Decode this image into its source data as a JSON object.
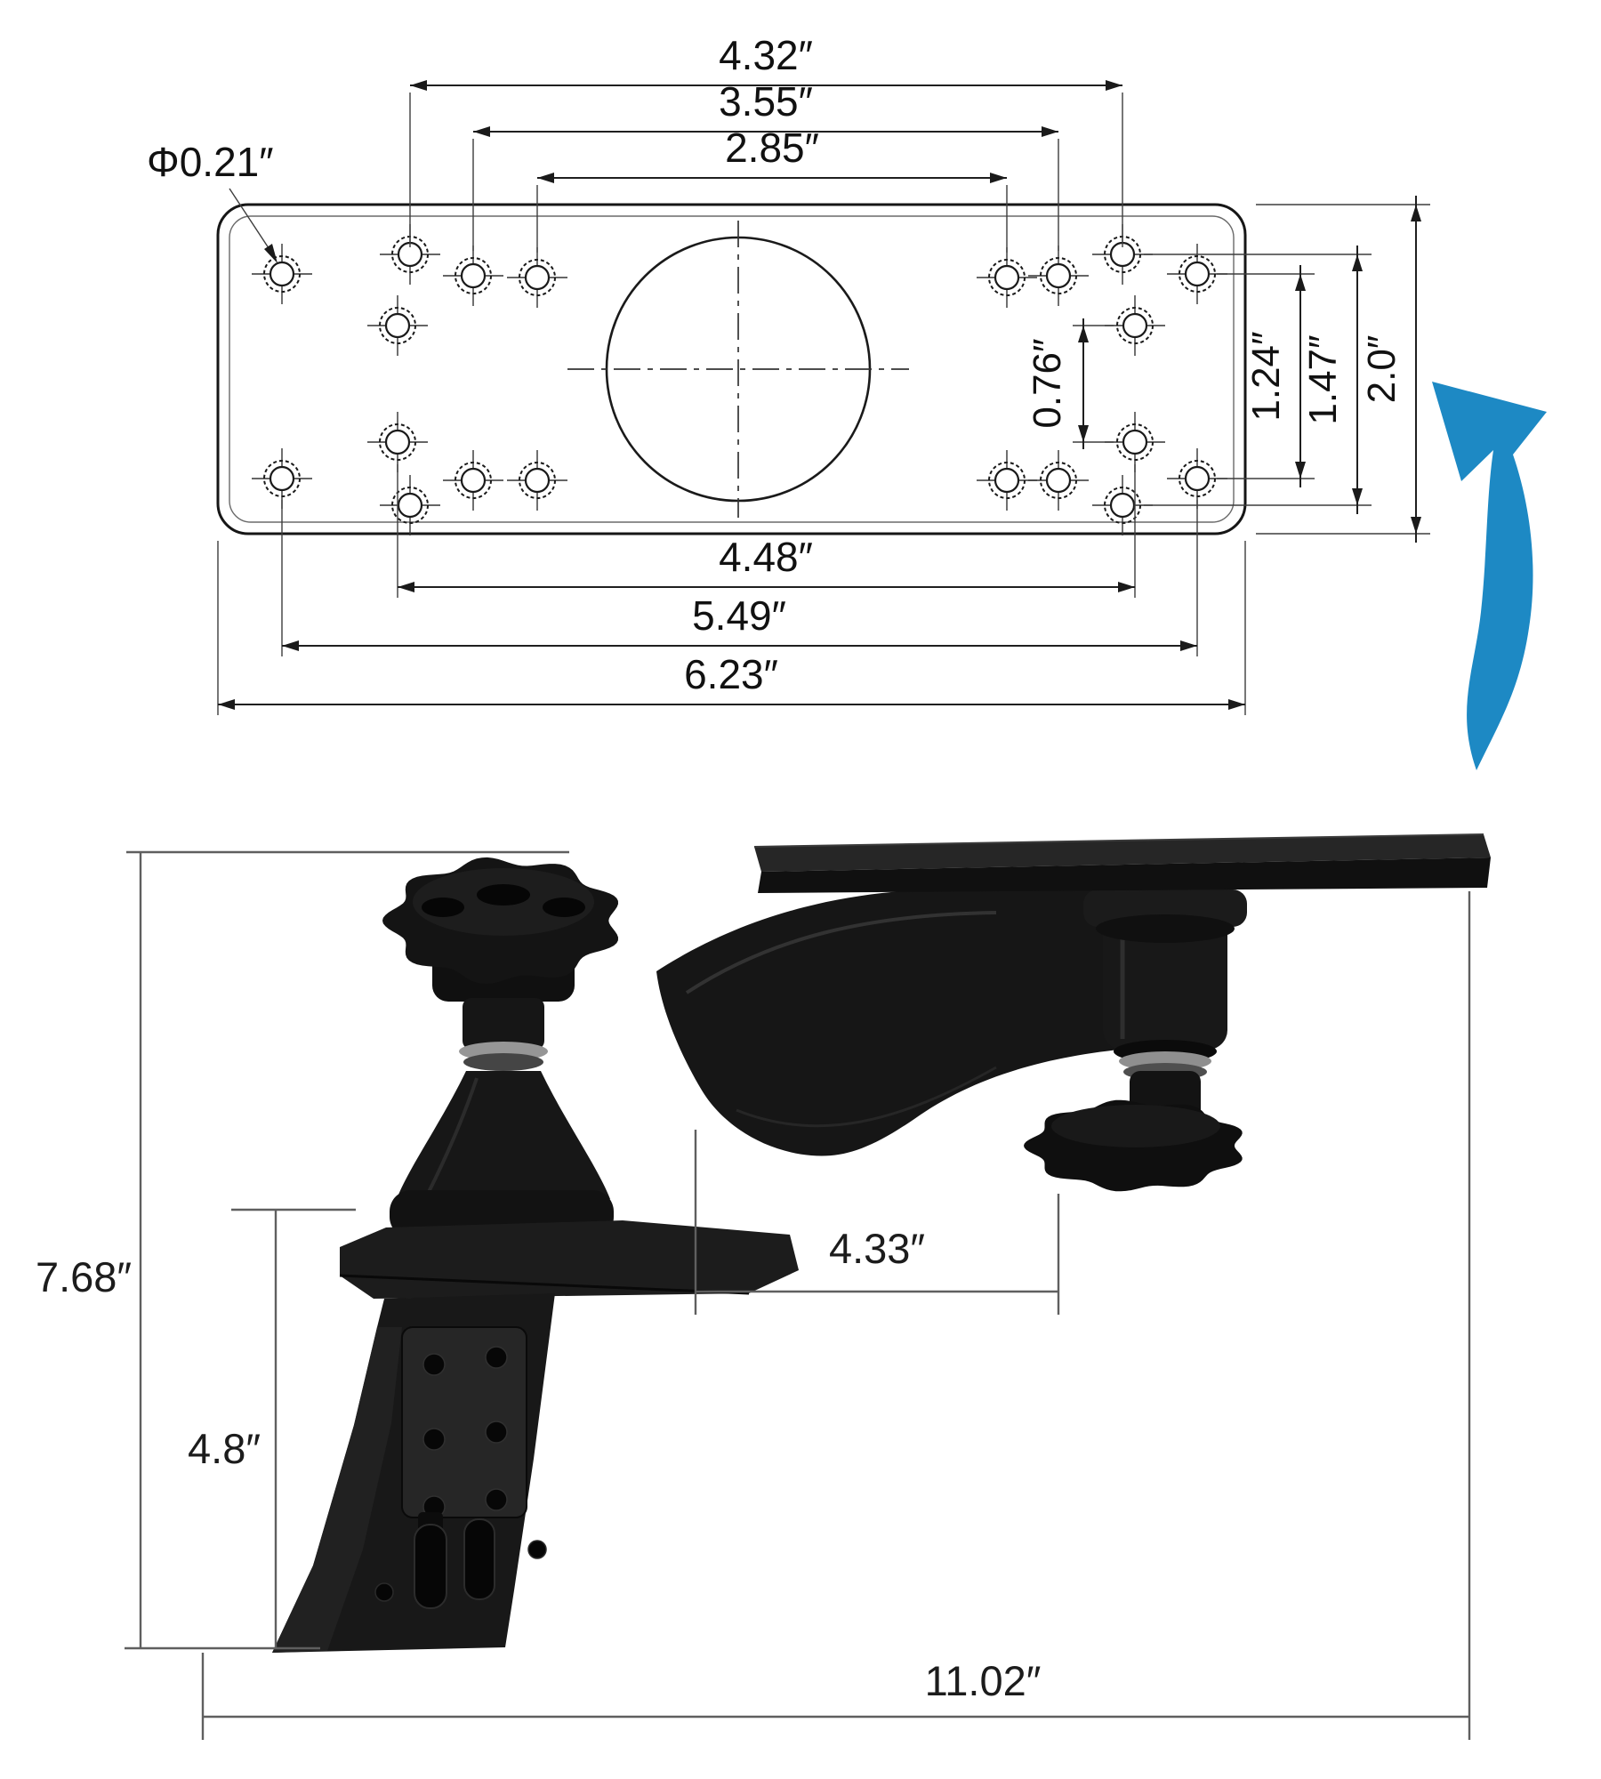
{
  "drawing": {
    "hole_diameter_label": "Φ0.21″",
    "dim_top_1": "4.32″",
    "dim_top_2": "3.55″",
    "dim_top_3": "2.85″",
    "dim_bottom_1": "4.48″",
    "dim_bottom_2": "5.49″",
    "dim_bottom_3": "6.23″",
    "dim_vert_offset": "0.76″",
    "dim_vert_1": "1.24″",
    "dim_vert_2": "1.47″",
    "dim_vert_3": "2.0″"
  },
  "photo": {
    "dim_overall_height": "7.68″",
    "dim_bracket_height": "4.8″",
    "dim_arm_offset": "4.33″",
    "dim_overall_length": "11.02″"
  },
  "colors": {
    "arrow_blue": "#1d89c4",
    "drawing_line": "#1a1a1a",
    "photo_dim_line": "#5f5f5f",
    "product_black": "#151515"
  }
}
